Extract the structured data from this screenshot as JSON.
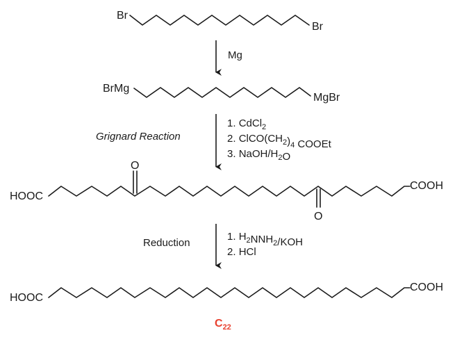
{
  "molecules": {
    "m1": {
      "left": "Br",
      "right": "Br"
    },
    "m2": {
      "left": "BrMg",
      "right": "MgBr"
    },
    "m3": {
      "left": "HOOC",
      "right": "COOH",
      "keto_left": "O",
      "keto_right": "O"
    },
    "m4": {
      "left": "HOOC",
      "right": "COOH"
    }
  },
  "steps": {
    "step1": {
      "reagent": "Mg"
    },
    "step2": {
      "name": "Grignard Reaction",
      "conditions": [
        {
          "num": "1.",
          "parts": [
            [
              "CdCl",
              false
            ],
            [
              "2",
              true
            ]
          ]
        },
        {
          "num": "2.",
          "parts": [
            [
              "ClCO(CH",
              false
            ],
            [
              "2",
              true
            ],
            [
              ")",
              false
            ],
            [
              "4",
              true
            ],
            [
              " COOEt",
              false
            ]
          ]
        },
        {
          "num": "3.",
          "parts": [
            [
              "NaOH/H",
              false
            ],
            [
              "2",
              true
            ],
            [
              "O",
              false
            ]
          ]
        }
      ]
    },
    "step3": {
      "name": "Reduction",
      "conditions": [
        {
          "num": "1.",
          "parts": [
            [
              "H",
              false
            ],
            [
              "2",
              true
            ],
            [
              "NNH",
              false
            ],
            [
              "2",
              true
            ],
            [
              "/KOH",
              false
            ]
          ]
        },
        {
          "num": "2.",
          "parts": [
            [
              "HCl",
              false
            ]
          ]
        }
      ]
    }
  },
  "product_label": {
    "main": "C",
    "sub": "22",
    "color": "#e8412f"
  }
}
